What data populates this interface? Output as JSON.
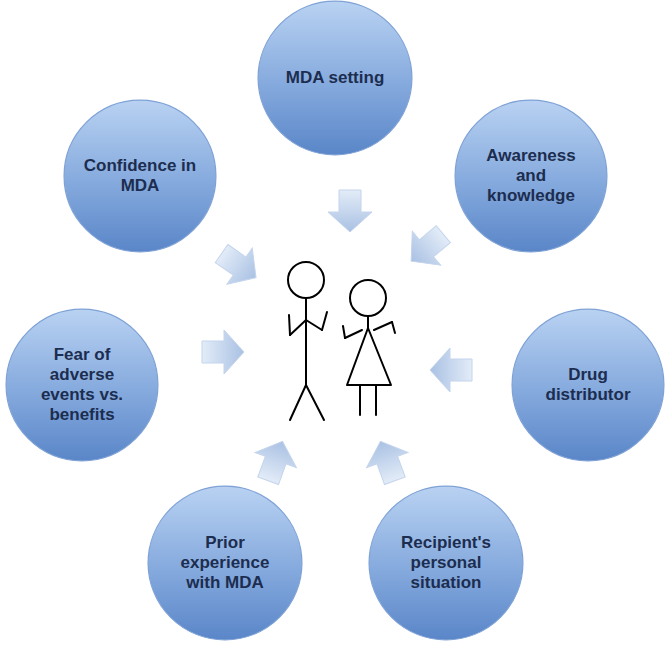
{
  "diagram": {
    "nodes": [
      {
        "text": [
          "MDA setting"
        ]
      },
      {
        "text": [
          "Awareness and knowledge"
        ]
      },
      {
        "text": [
          "Drug distributor"
        ]
      },
      {
        "text": [
          "Recipient's personal situation"
        ]
      },
      {
        "text": [
          "Prior experience with MDA"
        ]
      },
      {
        "text": [
          "Fear of adverse events vs. benefits"
        ]
      },
      {
        "text": [
          "Confidence in MDA"
        ]
      }
    ]
  }
}
